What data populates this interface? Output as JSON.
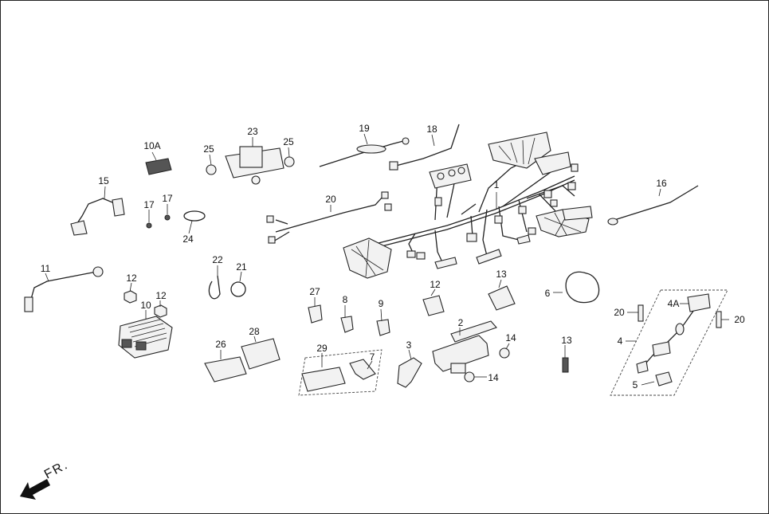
{
  "labels": {
    "p1": "1",
    "p2": "2",
    "p3": "3",
    "p4": "4",
    "p4a": "4A",
    "p5": "5",
    "p6": "6",
    "p7": "7",
    "p8": "8",
    "p9": "9",
    "p10": "10",
    "p10a": "10A",
    "p11": "11",
    "p12a": "12",
    "p12b": "12",
    "p12c": "12",
    "p13a": "13",
    "p13b": "13",
    "p14a": "14",
    "p14b": "14",
    "p15": "15",
    "p16": "16",
    "p17a": "17",
    "p17b": "17",
    "p18": "18",
    "p19": "19",
    "p20a": "20",
    "p20b": "20",
    "p20c": "20",
    "p21": "21",
    "p22": "22",
    "p23": "23",
    "p24": "24",
    "p25a": "25",
    "p25b": "25",
    "p26": "26",
    "p27": "27",
    "p28": "28",
    "p29": "29"
  },
  "direction": "FR.",
  "icons": {
    "direction": "front-arrow-icon"
  }
}
